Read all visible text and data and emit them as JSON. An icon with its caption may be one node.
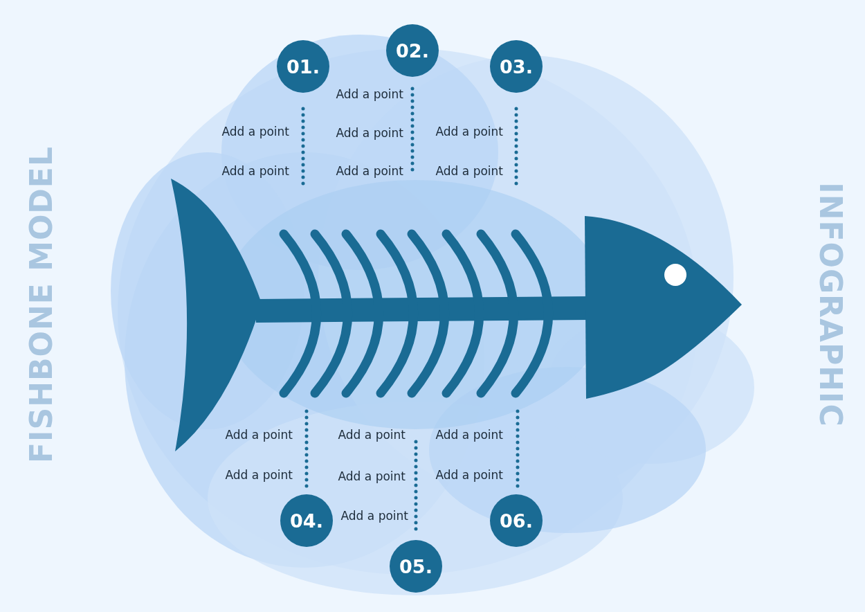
{
  "diagram": {
    "nodes": [
      {
        "text": [
          "01."
        ]
      },
      {
        "text": [
          "02."
        ]
      },
      {
        "text": [
          "03."
        ]
      },
      {
        "text": [
          "04."
        ]
      },
      {
        "text": [
          "05."
        ]
      },
      {
        "text": [
          "06."
        ]
      }
    ],
    "labels": [
      "FISHBONE MODEL",
      "Add a point",
      "Add a point",
      "Add a point",
      "Add a point",
      "Add a point",
      "Add a point",
      "Add a point",
      "Add a point",
      "Add a point",
      "Add a point",
      "Add a point",
      "Add a point",
      "Add a point",
      "Add a point",
      "INFOGRAPHIC"
    ]
  }
}
